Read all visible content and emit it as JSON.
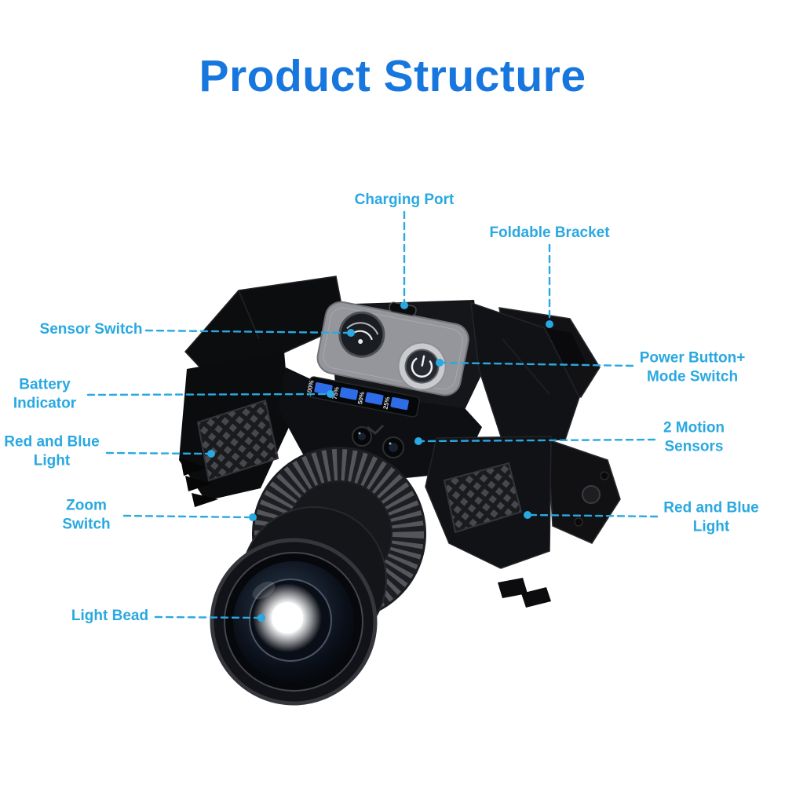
{
  "title": "Product Structure",
  "colors": {
    "title": "#1777df",
    "label": "#29a8e1",
    "leader": "#29a8e1"
  },
  "labels": {
    "charging_port": {
      "text": "Charging Port"
    },
    "foldable_bracket": {
      "text": "Foldable Bracket"
    },
    "sensor_switch": {
      "text": "Sensor Switch"
    },
    "power_mode": {
      "line1": "Power Button+",
      "line2": "Mode Switch"
    },
    "battery_indicator": {
      "line1": "Battery",
      "line2": "Indicator"
    },
    "motion_sensors": {
      "line1": "2 Motion",
      "line2": "Sensors"
    },
    "red_blue_left": {
      "line1": "Red and Blue",
      "line2": "Light"
    },
    "red_blue_right": {
      "line1": "Red and Blue",
      "line2": "Light"
    },
    "zoom_switch": {
      "line1": "Zoom",
      "line2": "Switch"
    },
    "light_bead": {
      "text": "Light Bead"
    }
  },
  "device": {
    "battery_levels": [
      "100%",
      "75%",
      "50%",
      "25%"
    ],
    "icons": {
      "sensor_button": "touch-waves-icon",
      "power_button": "power-icon"
    }
  }
}
